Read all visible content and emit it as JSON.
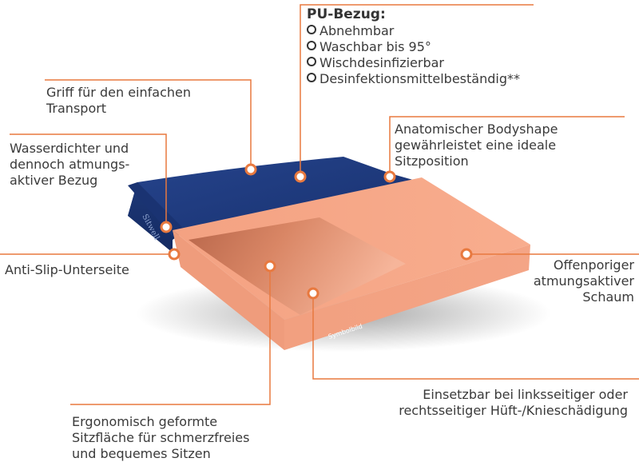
{
  "product": {
    "brand_text": "Sitwell",
    "stamp": "Symbolbild"
  },
  "pu_cover": {
    "title": "PU-Bezug:",
    "items": [
      "Abnehmbar",
      "Waschbar bis 95°",
      "Wischdesinfizierbar",
      "Desinfektionsmittelbeständig**"
    ]
  },
  "callouts": {
    "handle": [
      "Griff für den einfachen",
      "Transport"
    ],
    "waterproof": [
      "Wasserdichter und",
      "dennoch atmungs-",
      "aktiver Bezug"
    ],
    "anatomic": [
      "Anatomischer Bodyshape",
      "gewährleistet eine ideale",
      "Sitzposition"
    ],
    "anti_slip": [
      "Anti-Slip-Unterseite"
    ],
    "foam": [
      "Offenporiger",
      "atmungsaktiver",
      "Schaum"
    ],
    "usable": [
      "Einsetzbar bei linksseitiger oder",
      "rechtsseitiger Hüft-/Knieschädigung"
    ],
    "ergonomic": [
      "Ergonomisch geformte",
      "Sitzfläche für schmerzfreies",
      "und bequemes Sitzen"
    ]
  },
  "colors": {
    "accent_line": "#e8793f",
    "cover_blue": "#1f3a7d",
    "foam_orange": "#f6a889",
    "text": "#3a3a3a"
  }
}
